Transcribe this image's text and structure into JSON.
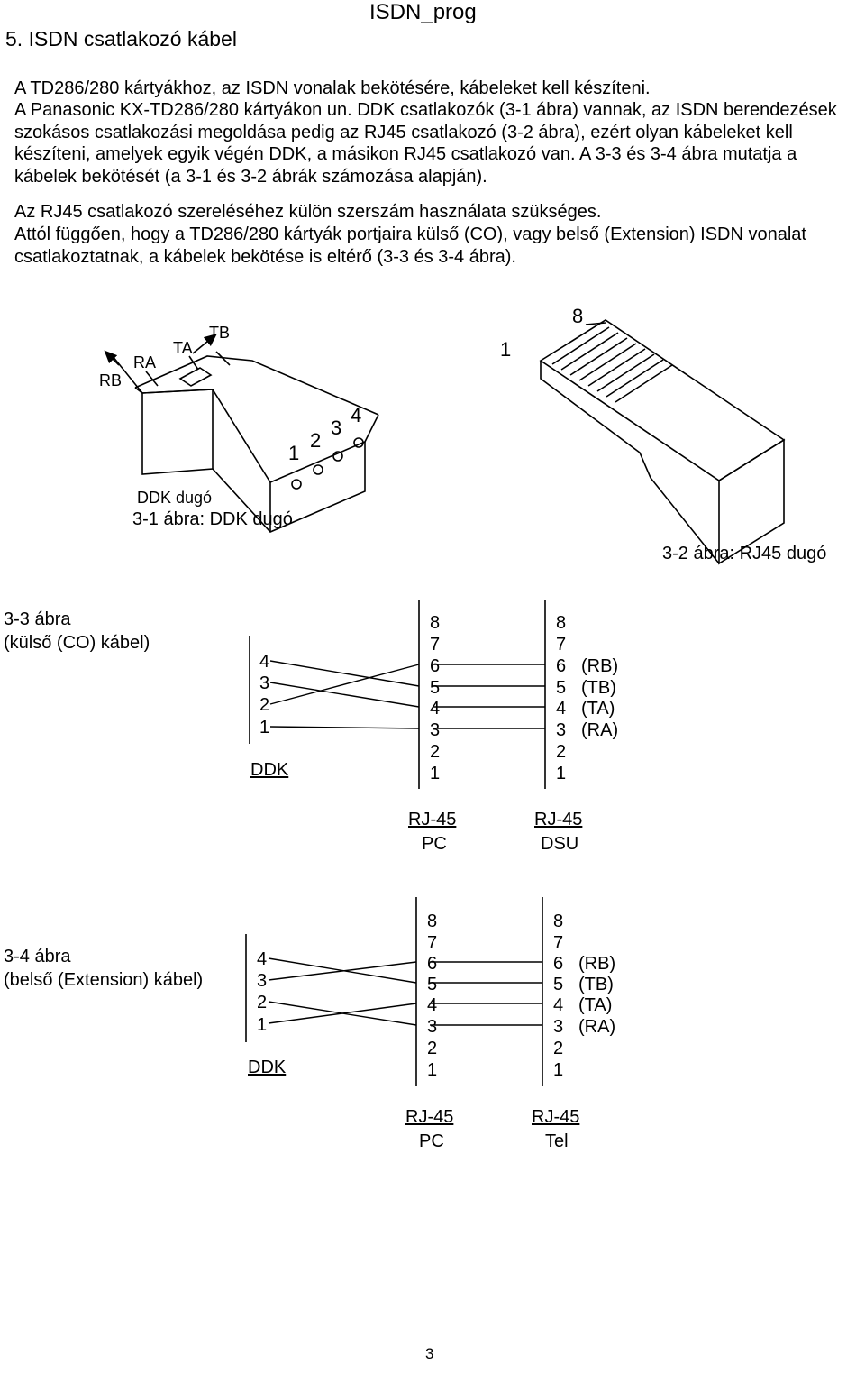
{
  "header": {
    "title": "5. ISDN csatlakozó kábel",
    "doc_name": "ISDN_prog"
  },
  "paragraphs": [
    "A TD286/280 kártyákhoz, az ISDN vonalak bekötésére, kábeleket kell készíteni.",
    "A Panasonic KX-TD286/280 kártyákon un. DDK csatlakozók (3-1 ábra) vannak, az ISDN berendezések szokásos csatlakozási megoldása pedig az RJ45 csatlakozó (3-2 ábra), ezért olyan kábeleket kell készíteni, amelyek egyik végén DDK, a másikon RJ45 csatlakozó van. A 3-3 és 3-4 ábra mutatja a kábelek bekötését (a 3-1 és 3-2 ábrák számozása alapján).",
    "Az RJ45 csatlakozó szereléséhez külön szerszám használata szükséges.",
    "Attól függően, hogy a TD286/280 kártyák portjaira külső (CO), vagy belső (Extension) ISDN vonalat csatlakoztatnak, a kábelek bekötése is eltérő (3-3 és 3-4 ábra)."
  ],
  "fig31": {
    "labels": {
      "rb": "RB",
      "ra": "RA",
      "ta": "TA",
      "tb": "TB"
    },
    "pins": [
      "1",
      "2",
      "3",
      "4"
    ],
    "plug_label": "DDK dugó",
    "caption": "3-1 ábra: DDK dugó"
  },
  "fig32": {
    "pin_first": "1",
    "pin_last": "8",
    "caption": "3-2 ábra: RJ45 dugó"
  },
  "fig33": {
    "title": "3-3 ábra",
    "subtitle": "(külső (CO) kábel)",
    "ddk_pins": [
      "4",
      "3",
      "2",
      "1"
    ],
    "ddk_label": "DDK",
    "rj_pins": [
      "8",
      "7",
      "6",
      "5",
      "4",
      "3",
      "2",
      "1"
    ],
    "pc_label": [
      "RJ-45",
      "PC"
    ],
    "dsu_label": [
      "RJ-45",
      "DSU"
    ],
    "signals": [
      "(RB)",
      "(TB)",
      "(TA)",
      "(RA)"
    ]
  },
  "fig34": {
    "title": "3-4 ábra",
    "subtitle": "(belső (Extension) kábel)",
    "ddk_pins": [
      "4",
      "3",
      "2",
      "1"
    ],
    "ddk_label": "DDK",
    "rj_pins": [
      "8",
      "7",
      "6",
      "5",
      "4",
      "3",
      "2",
      "1"
    ],
    "pc_label": [
      "RJ-45",
      "PC"
    ],
    "tel_label": [
      "RJ-45",
      "Tel"
    ],
    "signals": [
      "(RB)",
      "(TB)",
      "(TA)",
      "(RA)"
    ]
  },
  "footer": {
    "page_number": "3"
  }
}
